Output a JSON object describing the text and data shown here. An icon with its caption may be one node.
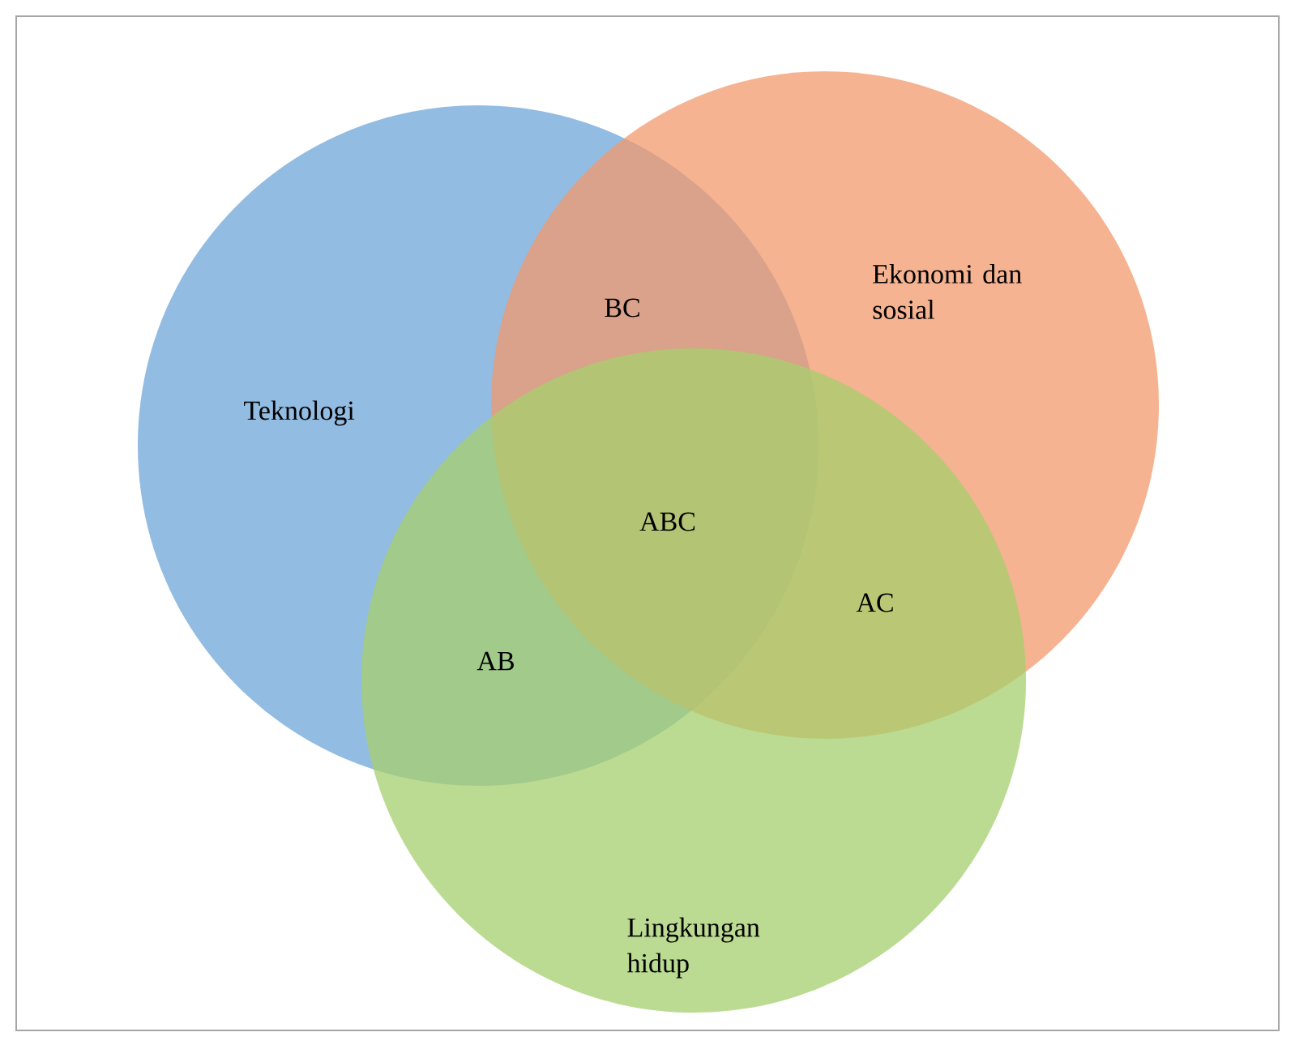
{
  "diagram": {
    "nodes": [
      {
        "text": [
          "Teknologi"
        ]
      },
      {
        "text": [
          "Ekonomi dan sosial"
        ]
      },
      {
        "text": [
          "Lingkungan hidup"
        ]
      }
    ],
    "labels": [
      "BC",
      "ABC",
      "AC",
      "AB"
    ]
  }
}
